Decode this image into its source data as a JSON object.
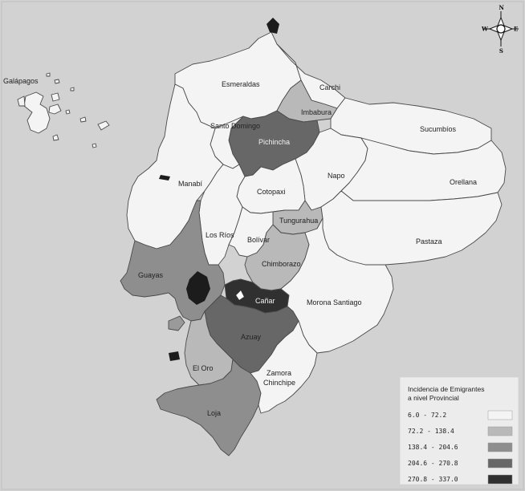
{
  "colors": {
    "sea": "#d2d2d2",
    "class_1": "#f4f4f4",
    "class_2": "#b9b9b9",
    "class_3": "#8e8e8e",
    "class_4": "#676767",
    "class_5": "#303030",
    "boundary": "#4a4a4a"
  },
  "compass": {
    "n": "N",
    "s": "S",
    "e": "E",
    "w": "W"
  },
  "labels": {
    "galapagos": "Galápagos",
    "esmeraldas": "Esmeraldas",
    "carchi": "Carchi",
    "imbabura": "Imbabura",
    "sucumbios": "Sucumbíos",
    "pichincha": "Pichincha",
    "santo_domingo": "Santo Domingo",
    "manabi": "Manabí",
    "napo": "Napo",
    "orellana": "Orellana",
    "cotopaxi": "Cotopaxi",
    "tungurahua": "Tungurahua",
    "los_rios": "Los Ríos",
    "bolivar": "Bolívar",
    "pastaza": "Pastaza",
    "guayas": "Guayas",
    "chimborazo": "Chimborazo",
    "canar": "Cañar",
    "morona": "Morona Santiago",
    "azuay": "Azuay",
    "el_oro": "El Oro",
    "loja": "Loja",
    "zamora_1": "Zamora",
    "zamora_2": "Chinchipe"
  },
  "provinces": [
    {
      "id": "galapagos",
      "class": 1
    },
    {
      "id": "esmeraldas",
      "class": 1
    },
    {
      "id": "carchi",
      "class": 1
    },
    {
      "id": "imbabura",
      "class": 2
    },
    {
      "id": "sucumbios",
      "class": 1
    },
    {
      "id": "pichincha",
      "class": 4
    },
    {
      "id": "santo_domingo",
      "class": 1
    },
    {
      "id": "manabi",
      "class": 1
    },
    {
      "id": "napo",
      "class": 1
    },
    {
      "id": "orellana",
      "class": 1
    },
    {
      "id": "cotopaxi",
      "class": 1
    },
    {
      "id": "tungurahua",
      "class": 2
    },
    {
      "id": "los_rios",
      "class": 1
    },
    {
      "id": "bolivar",
      "class": 1
    },
    {
      "id": "pastaza",
      "class": 1
    },
    {
      "id": "guayas",
      "class": 3
    },
    {
      "id": "chimborazo",
      "class": 2
    },
    {
      "id": "canar",
      "class": 5
    },
    {
      "id": "morona",
      "class": 1
    },
    {
      "id": "azuay",
      "class": 4
    },
    {
      "id": "el_oro",
      "class": 2
    },
    {
      "id": "loja",
      "class": 3
    },
    {
      "id": "zamora",
      "class": 1
    }
  ],
  "legend": {
    "title_1": "Incidencia de Emigrantes",
    "title_2": "a nivel Provincial",
    "classes": [
      {
        "range": "6.0  -  72.2",
        "class": 1
      },
      {
        "range": "72.2  -  138.4",
        "class": 2
      },
      {
        "range": "138.4  -  204.6",
        "class": 3
      },
      {
        "range": "204.6  -  270.8",
        "class": 4
      },
      {
        "range": "270.8  -  337.0",
        "class": 5
      }
    ]
  }
}
